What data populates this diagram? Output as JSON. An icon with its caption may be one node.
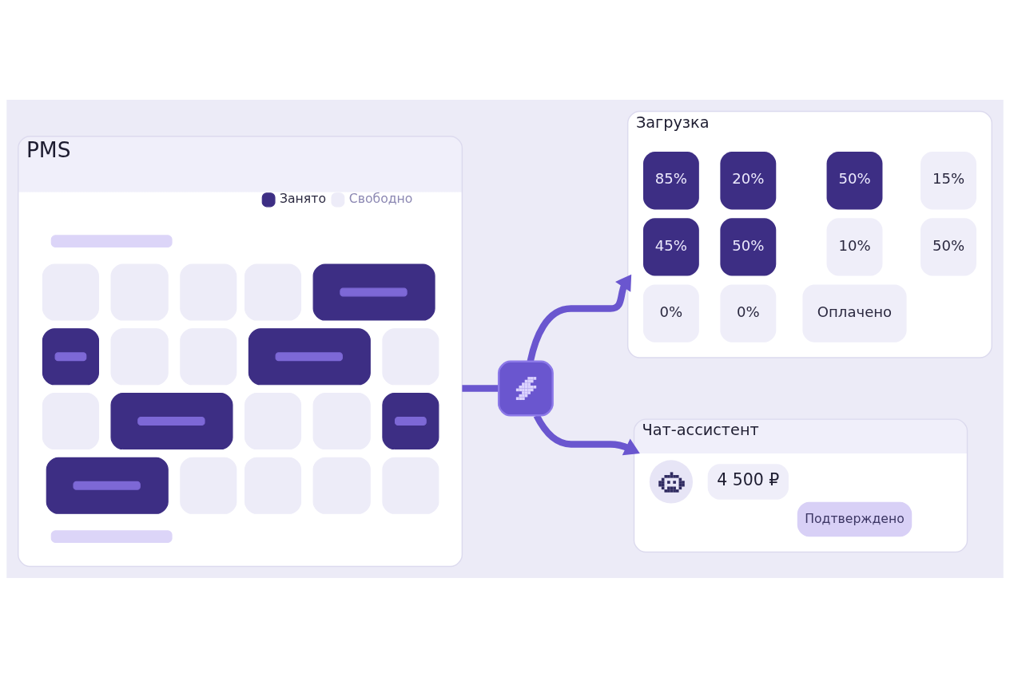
{
  "diagram": {
    "nodes": [
      {
        "text": [
          "PMS"
        ]
      },
      {
        "text": [],
        "shape": "picture",
        "in": 0
      },
      {
        "text": [],
        "shape": "box"
      },
      {
        "text": [
          "Загрузка"
        ]
      },
      {
        "text": [
          "85%"
        ],
        "in": 3
      },
      {
        "text": [
          "20%"
        ],
        "in": 3
      },
      {
        "text": [
          "50%"
        ],
        "in": 3
      },
      {
        "text": [
          "15%"
        ],
        "in": 3
      },
      {
        "text": [
          "45%"
        ],
        "in": 3
      },
      {
        "text": [
          "50%"
        ],
        "in": 3
      },
      {
        "text": [
          "10%"
        ],
        "in": 3
      },
      {
        "text": [
          "50%"
        ],
        "in": 3
      },
      {
        "text": [
          "0%"
        ],
        "in": 3
      },
      {
        "text": [
          "0%"
        ],
        "in": 3
      },
      {
        "text": [
          "Оплачено"
        ],
        "in": 3
      },
      {
        "text": [
          "Чат-ассистент"
        ]
      },
      {
        "text": [],
        "shape": "circle",
        "in": 15
      },
      {
        "text": [
          "4 500 ₽"
        ],
        "in": 15
      },
      {
        "text": [
          "Подтверждено"
        ],
        "in": 15
      }
    ],
    "edges": [
      {
        "from": 0,
        "to": 2,
        "arrow": "none"
      },
      {
        "from": 2,
        "to": 3,
        "arrow": "to"
      },
      {
        "from": 2,
        "to": 15,
        "arrow": "to"
      }
    ],
    "legend": [
      {
        "text": "Занято",
        "color": "#3d2e84"
      },
      {
        "text": "Свободно",
        "color": "#edecf8"
      }
    ]
  }
}
